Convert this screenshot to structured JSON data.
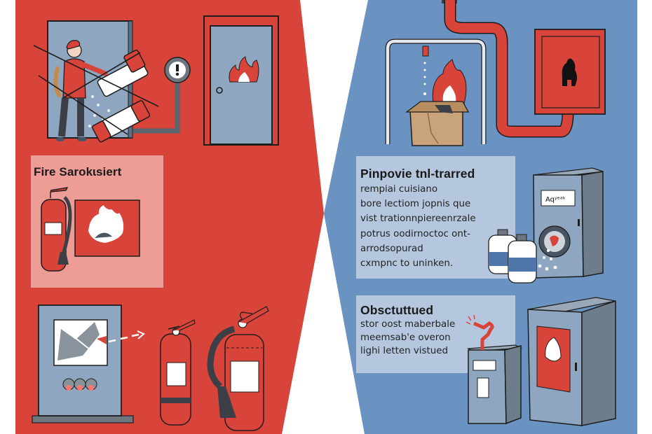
{
  "left_panel": {
    "theme": "unsafe",
    "color": "#d9443a",
    "callout": {
      "title": "Fire Sarokɩsiert"
    },
    "door_icon": "fire-door-icon",
    "gauge_icon": "pressure-gauge-exclamation-icon",
    "extinguisher_icons": [
      "small-fire-extinguisher-icon",
      "large-fire-extinguisher-icon"
    ],
    "alarm_panel_icon": "broken-alarm-panel-icon"
  },
  "right_panel": {
    "theme": "safe",
    "color": "#6b93c2",
    "callouts": [
      {
        "title": "Pinpovie tnl-trarred",
        "lines": [
          "rempiai cuisiano",
          "bore lectiom jopnis que",
          "vist trationnpiereenrzale",
          "potrus oodirnoctoc ont-",
          "arrodsopurad",
          "cxmpnc to uninken."
        ]
      },
      {
        "title": "Obsctuttued",
        "lines": [
          "stor oost maberbale",
          "meemsab'e overon",
          "lighi letten vistued"
        ]
      }
    ],
    "cabinet_label": "Aqʸᵉᵃᵏ",
    "sprinkler_icon": "sprinkler-icon",
    "hose_cabinet_icon": "fire-hose-cabinet-icon",
    "chemical_bottle_icons": [
      "chemical-bottle-icon",
      "chemical-bottle-icon"
    ]
  },
  "colors": {
    "red": "#d9443a",
    "blue": "#6b93c2",
    "pink_box": "#ee9c96",
    "blue_box": "#b4c7de",
    "door_gray": "#8ea6bf",
    "cardboard": "#c9a37a"
  }
}
